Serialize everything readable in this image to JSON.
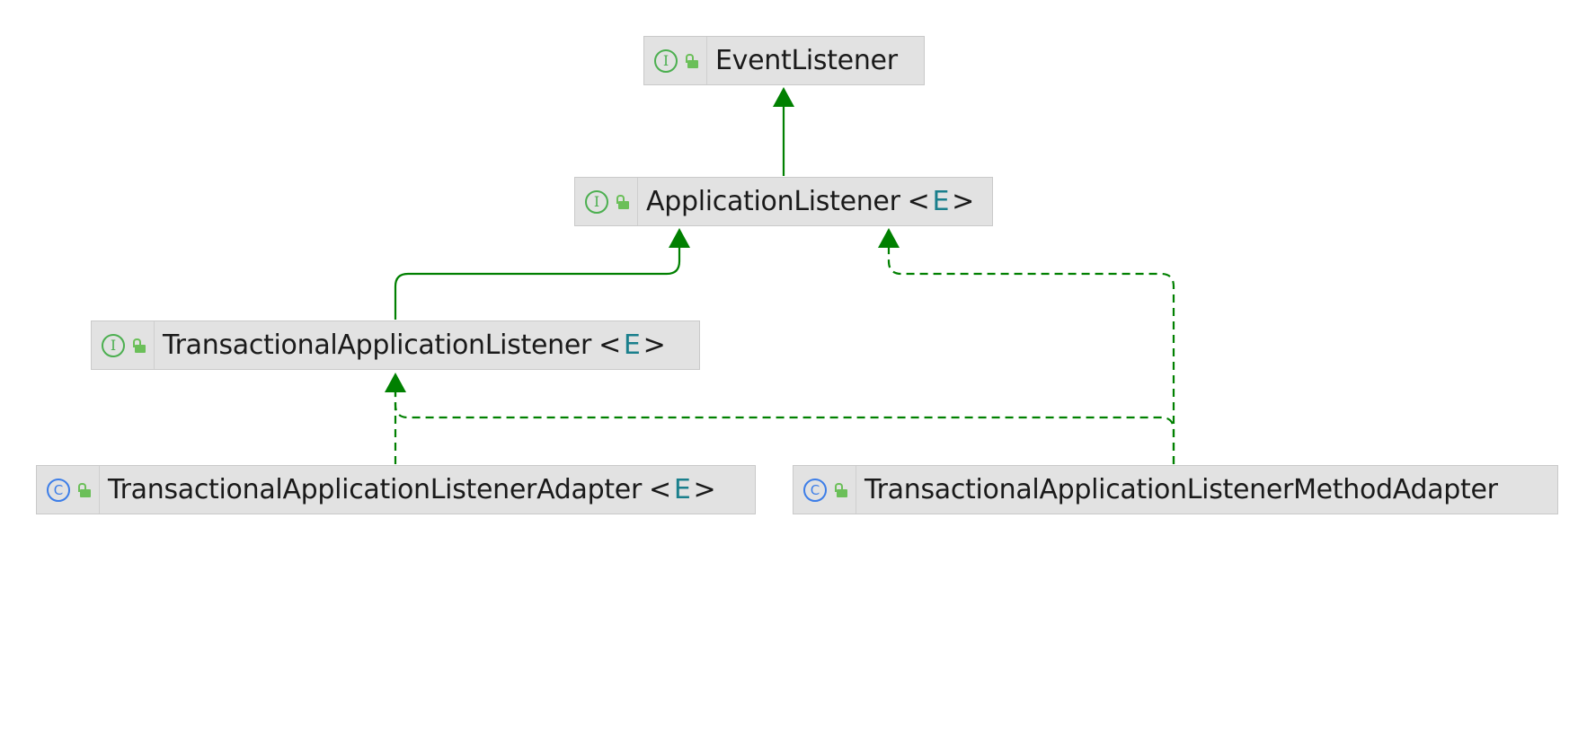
{
  "diagram": {
    "colors": {
      "edge": "#008000",
      "node_background": "#e2e2e2",
      "interface_icon": "#4caf50",
      "class_icon": "#3d7ee8",
      "type_parameter": "#1a7f8c"
    },
    "nodes": [
      {
        "id": "event-listener",
        "kind_glyph": "I",
        "kind": "interface",
        "visibility_icon": "lock-open-icon",
        "name": "EventListener",
        "type_param": ""
      },
      {
        "id": "application-listener",
        "kind_glyph": "I",
        "kind": "interface",
        "visibility_icon": "lock-open-icon",
        "name": "ApplicationListener",
        "type_param": "E"
      },
      {
        "id": "transactional-application-listener",
        "kind_glyph": "I",
        "kind": "interface",
        "visibility_icon": "lock-open-icon",
        "name": "TransactionalApplicationListener",
        "type_param": "E"
      },
      {
        "id": "transactional-application-listener-adapter",
        "kind_glyph": "C",
        "kind": "class",
        "visibility_icon": "lock-open-icon",
        "name": "TransactionalApplicationListenerAdapter",
        "type_param": "E"
      },
      {
        "id": "transactional-application-listener-method-adapter",
        "kind_glyph": "C",
        "kind": "class",
        "visibility_icon": "lock-open-icon",
        "name": "TransactionalApplicationListenerMethodAdapter",
        "type_param": ""
      }
    ],
    "edges": [
      {
        "from": "application-listener",
        "to": "event-listener",
        "style": "extends"
      },
      {
        "from": "transactional-application-listener",
        "to": "application-listener",
        "style": "extends"
      },
      {
        "from": "transactional-application-listener-adapter",
        "to": "transactional-application-listener",
        "style": "implements"
      },
      {
        "from": "transactional-application-listener-method-adapter",
        "to": "transactional-application-listener",
        "style": "implements"
      },
      {
        "from": "transactional-application-listener-method-adapter",
        "to": "application-listener",
        "style": "implements"
      }
    ]
  }
}
